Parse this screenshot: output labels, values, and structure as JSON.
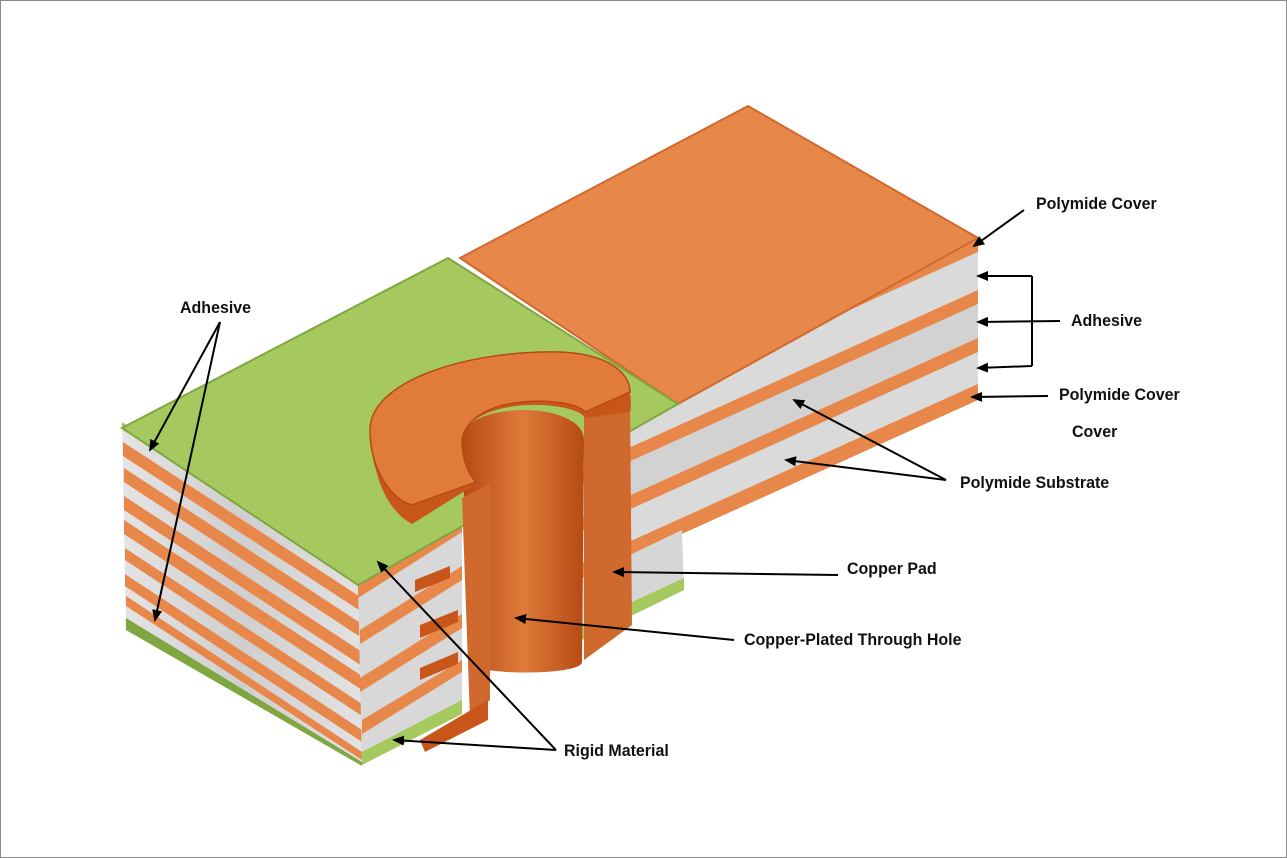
{
  "labels": {
    "adhesive_left": "Adhesive",
    "polymide_cover_top": "Polymide Cover",
    "adhesive_right": "Adhesive",
    "polymide_cover_mid": "Polymide Cover",
    "polymide_cover_mid_wrap": "Cover",
    "polymide_substrate": "Polymide Substrate",
    "copper_pad": "Copper Pad",
    "through_hole": "Copper-Plated Through Hole",
    "rigid_material": "Rigid Material"
  },
  "colors": {
    "copper_orange": "#E8874A",
    "copper_dark": "#C8561A",
    "rigid_green": "#A6C95F",
    "rigid_green_dark": "#7FA640",
    "substrate_grey": "#D6D6D6",
    "line_black": "#000000"
  }
}
